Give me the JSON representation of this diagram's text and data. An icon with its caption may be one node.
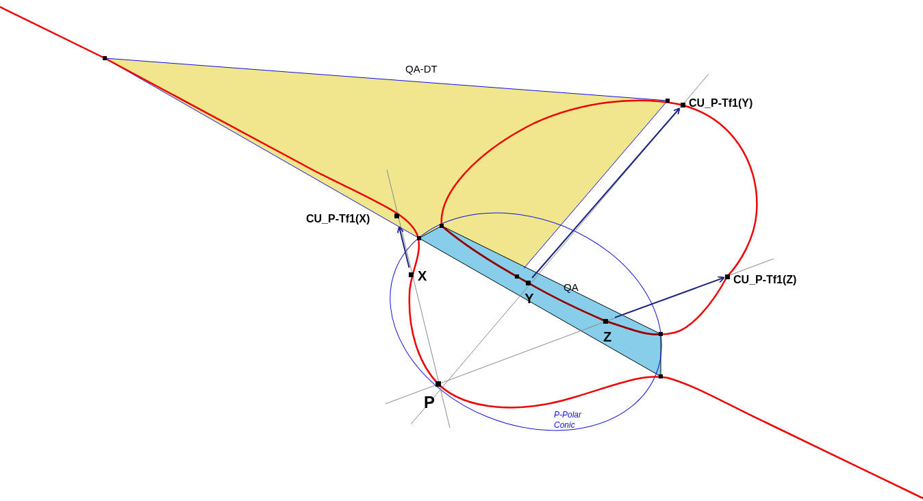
{
  "diagram": {
    "nodes": [
      {
        "text": [
          "CU_P-Tf1(Y)"
        ]
      },
      {
        "text": [
          "CU_P-Tf1(X)"
        ]
      },
      {
        "text": [
          "X"
        ]
      },
      {
        "text": [
          "CU_P-Tf1(Z)"
        ]
      },
      {
        "text": [
          "Y"
        ]
      },
      {
        "text": [
          "Z"
        ]
      }
    ],
    "edges": [
      {
        "from": 2,
        "to": 1,
        "arrow": "to"
      },
      {
        "from": 4,
        "to": 0,
        "arrow": "to"
      },
      {
        "from": 5,
        "to": 3,
        "arrow": "to"
      }
    ],
    "labels": [
      "QA-DT",
      "QA",
      "P",
      "P-Polar Conic"
    ]
  }
}
